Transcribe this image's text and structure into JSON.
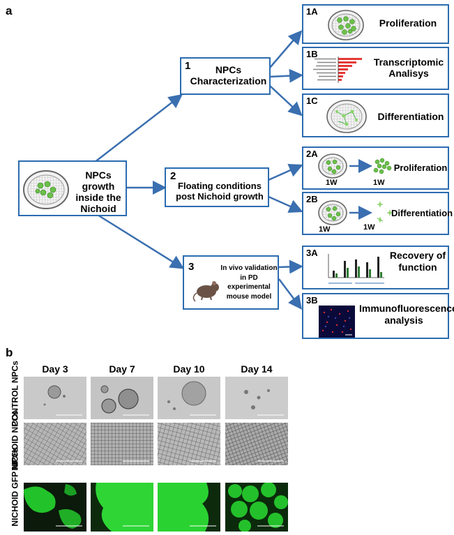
{
  "panel_a": {
    "letter": "a",
    "main": {
      "label": "NPCs growth inside the Nichoid"
    },
    "branch1": {
      "num": "1",
      "label": "NPCs Characterization"
    },
    "branch2": {
      "num": "2",
      "label": "Floating conditions post Nichoid growth"
    },
    "branch3": {
      "num": "3",
      "label": "In vivo validation in PD experimental mouse model"
    },
    "r1A": {
      "tag": "1A",
      "label": "Proliferation"
    },
    "r1B": {
      "tag": "1B",
      "label": "Transcriptomic Analisys"
    },
    "r1C": {
      "tag": "1C",
      "label": "Differentiation"
    },
    "r2A": {
      "tag": "2A",
      "label": "Proliferation",
      "t1": "1W",
      "t2": "1W"
    },
    "r2B": {
      "tag": "2B",
      "label": "Differentiation",
      "t1": "1W",
      "t2": "1W"
    },
    "r3A": {
      "tag": "3A",
      "label": "Recovery of function"
    },
    "r3B": {
      "tag": "3B",
      "label": "Immunofluorescence analysis"
    }
  },
  "panel_b": {
    "letter": "b",
    "columns": [
      "Day 3",
      "Day 7",
      "Day 10",
      "Day 14"
    ],
    "rows": [
      "CONTROL NPCs",
      "NICHOID NPCs",
      "NICHOID GFP NPCs"
    ]
  },
  "colors": {
    "arrow": "#3a6fb0",
    "box_border": "#2b6cb0",
    "cell_green": "#6cc04a",
    "gfp_green": "#22c32a"
  }
}
